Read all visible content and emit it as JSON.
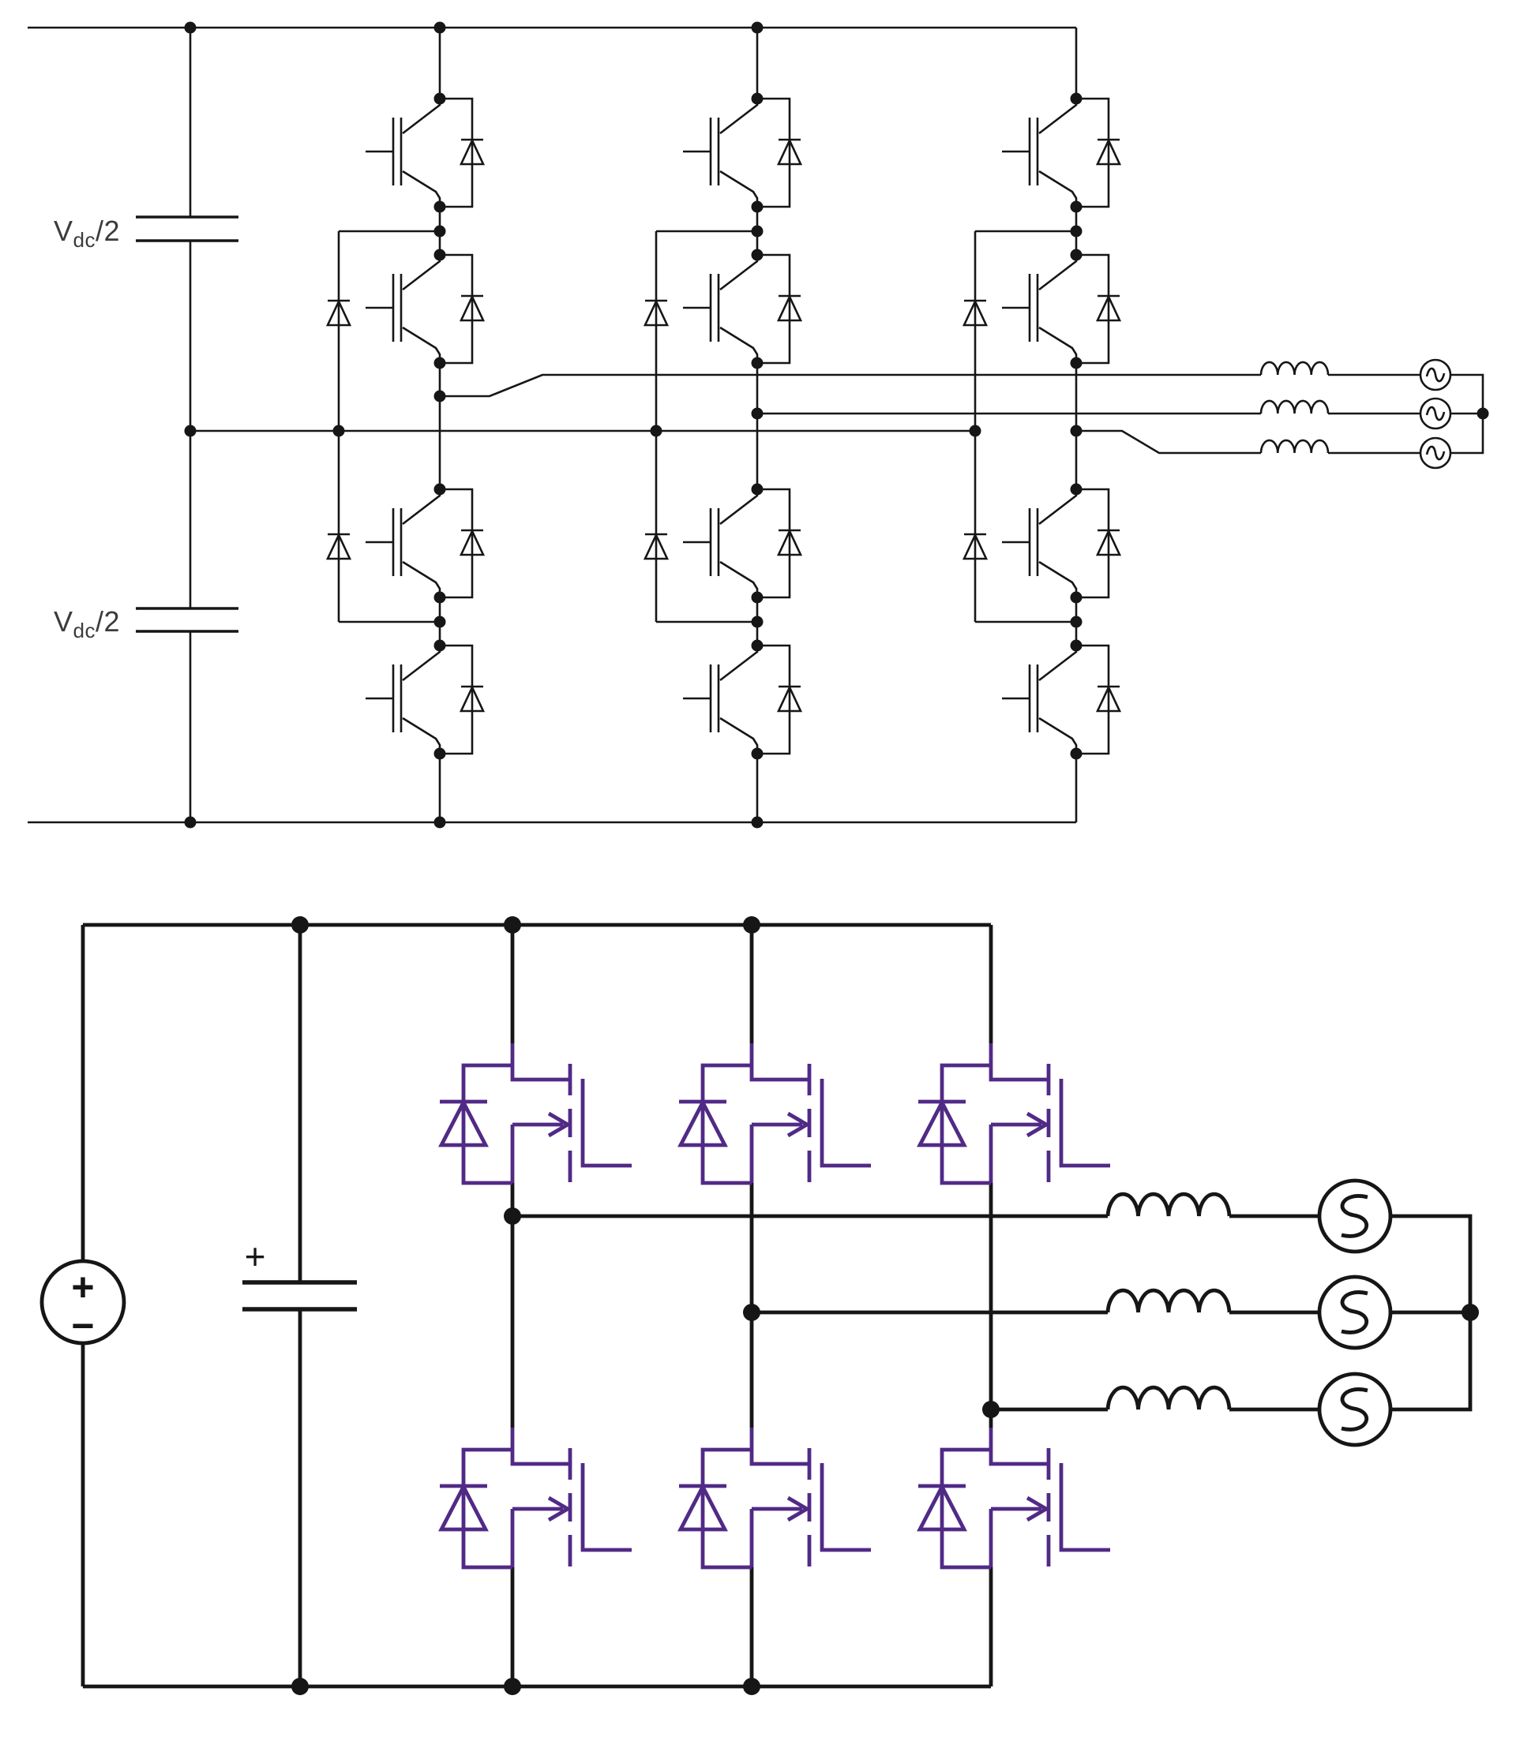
{
  "colors": {
    "wire": "#161616",
    "device": "#512a86",
    "label_text": "#3c3c3c",
    "background": "#ffffff"
  },
  "top_circuit": {
    "cap1_label": {
      "v": "V",
      "sub": "dc",
      "rest": "/2"
    },
    "cap2_label": {
      "v": "V",
      "sub": "dc",
      "rest": "/2"
    }
  },
  "bottom_circuit": {
    "cap_plus": "+",
    "source_plus": "+",
    "source_minus": "−"
  },
  "symbols": {
    "igbt": "igbt-with-antiparallel-diode-icon",
    "clamp_diode": "diode-icon",
    "mosfet": "mosfet-with-body-diode-icon",
    "inductor": "inductor-coil-icon",
    "ac_source": "ac-source-sine-circle-icon",
    "dc_source": "dc-source-plus-minus-circle-icon",
    "capacitor": "capacitor-icon",
    "junction": "junction-dot"
  }
}
